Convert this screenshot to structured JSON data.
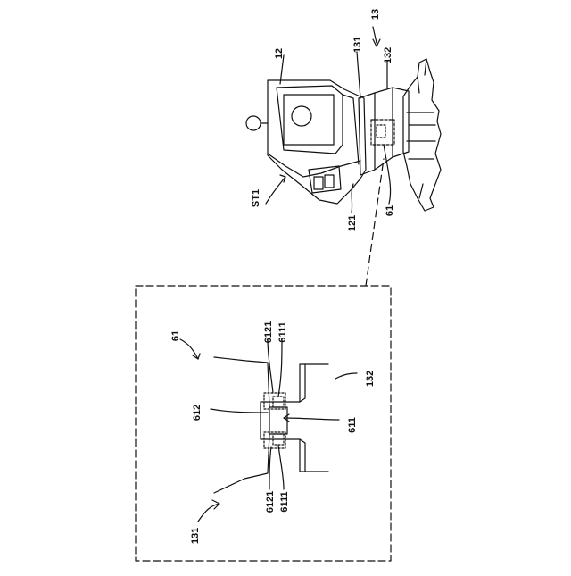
{
  "figure": {
    "labels": {
      "ref_13": "13",
      "ref_12": "12",
      "ref_131_top": "131",
      "ref_132_top": "132",
      "ref_st1": "ST1",
      "ref_121": "121",
      "ref_61_top": "61",
      "ref_61_detail": "61",
      "ref_6121_a": "6121",
      "ref_6111_a": "6111",
      "ref_612": "612",
      "ref_611": "611",
      "ref_132_detail": "132",
      "ref_6121_b": "6121",
      "ref_6111_b": "6111",
      "ref_131_detail": "131"
    },
    "colors": {
      "ink": "#111111",
      "background": "#ffffff"
    }
  }
}
